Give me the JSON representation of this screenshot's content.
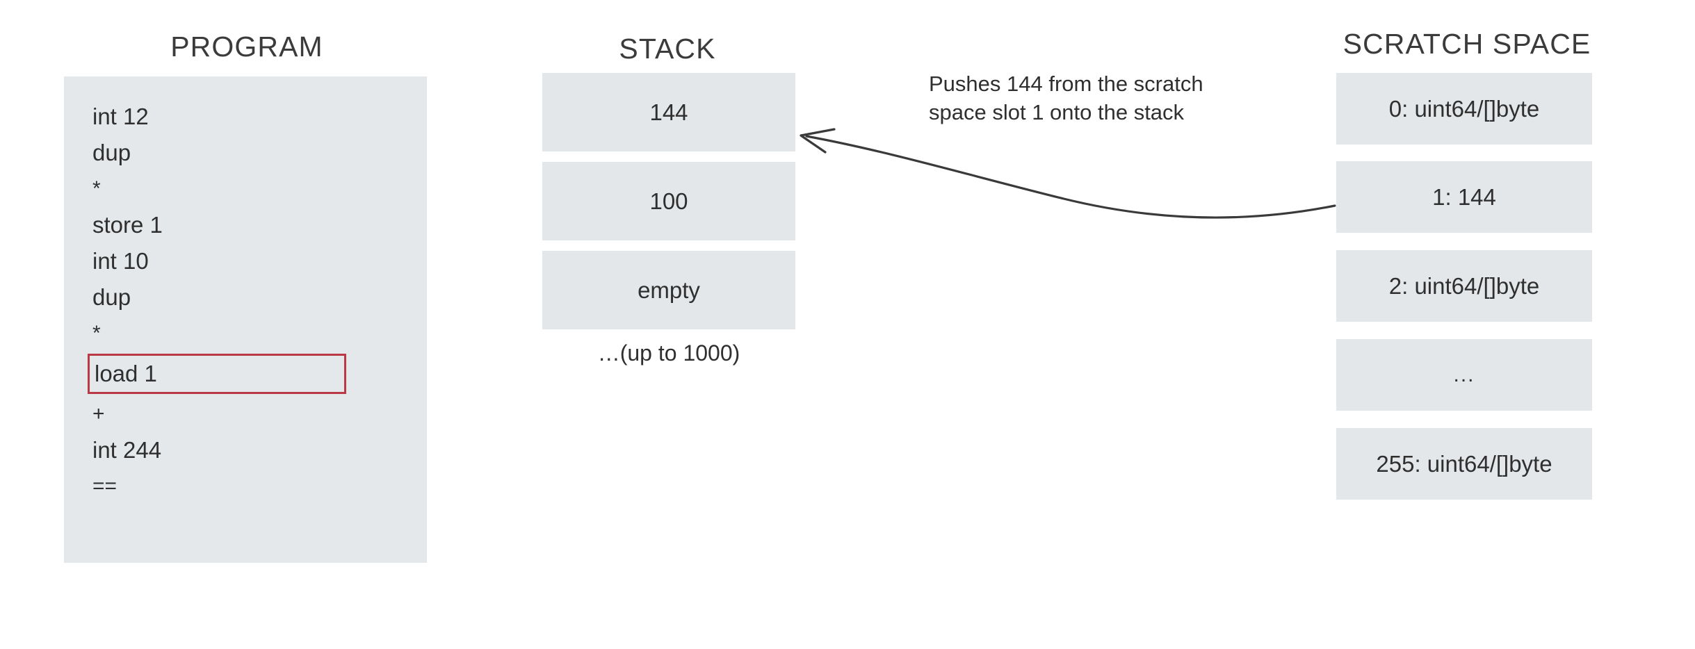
{
  "headings": {
    "program": "PROGRAM",
    "stack": "STACK",
    "scratch": "SCRATCH SPACE"
  },
  "program": {
    "lines": [
      {
        "text": "int 12",
        "highlighted": false
      },
      {
        "text": "dup",
        "highlighted": false
      },
      {
        "text": "*",
        "highlighted": false
      },
      {
        "text": "store 1",
        "highlighted": false
      },
      {
        "text": "int 10",
        "highlighted": false
      },
      {
        "text": "dup",
        "highlighted": false
      },
      {
        "text": "*",
        "highlighted": false
      },
      {
        "text": "load 1",
        "highlighted": true
      },
      {
        "text": "+",
        "highlighted": false
      },
      {
        "text": "int 244",
        "highlighted": false
      },
      {
        "text": "==",
        "highlighted": false
      }
    ]
  },
  "stack": {
    "cells": [
      "144",
      "100",
      "empty"
    ],
    "footnote": "…(up to 1000)"
  },
  "scratch": {
    "cells": [
      "0: uint64/[]byte",
      "1: 144",
      "2: uint64/[]byte",
      "...",
      "255: uint64/[]byte"
    ]
  },
  "annotation": {
    "line1": "Pushes 144 from the scratch",
    "line2": "space slot 1 onto the stack"
  },
  "colors": {
    "panel_fill": "#e5e8eb",
    "cell_fill": "#e4e7ea",
    "highlight_border": "#b93a45",
    "text": "#2f2f2f",
    "arrow": "#3a3a3a",
    "background": "#ffffff"
  }
}
